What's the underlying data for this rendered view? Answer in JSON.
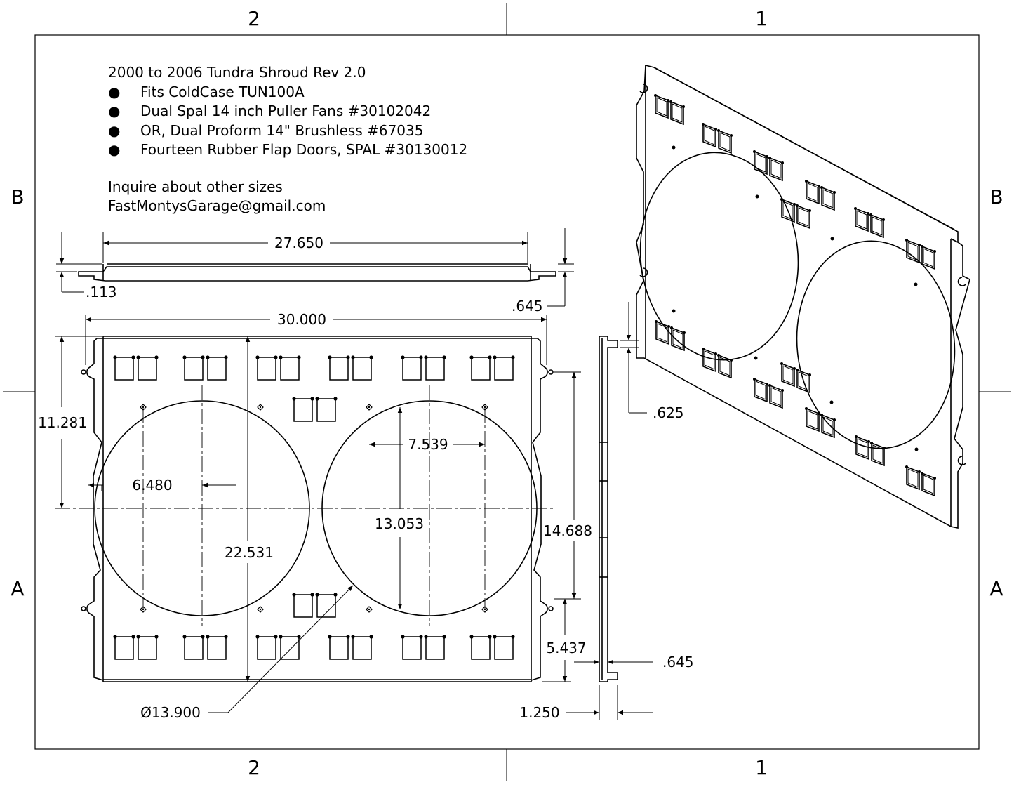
{
  "zones": {
    "top": [
      "2",
      "1"
    ],
    "bottom": [
      "2",
      "1"
    ],
    "left": [
      "B",
      "A"
    ],
    "right": [
      "B",
      "A"
    ]
  },
  "notes": {
    "title": "2000 to 2006 Tundra Shroud Rev 2.0",
    "bullet_symbol": "●",
    "bullets": [
      "Fits ColdCase TUN100A",
      "Dual Spal 14 inch Puller Fans #30102042",
      "OR, Dual Proform 14\" Brushless #67035",
      "Fourteen Rubber Flap Doors, SPAL #30130012"
    ],
    "inquire": "Inquire about other sizes",
    "email": "FastMontysGarage@gmail.com"
  },
  "dimensions": {
    "top_length": "27.650",
    "flange_thickness": ".113",
    "top_depth": ".645",
    "overall_width": "30.000",
    "ear_to_center": "11.281",
    "fan_offset": "6.480",
    "fan_center_spacing_x": "7.539",
    "fan_center_spacing_y": "13.053",
    "overall_height": "22.531",
    "ear_spacing": "14.688",
    "ear_to_bottom": "5.437",
    "fan_diameter": "Ø13.900",
    "side_lip": ".625",
    "side_depth": ".645",
    "side_width": "1.250"
  }
}
